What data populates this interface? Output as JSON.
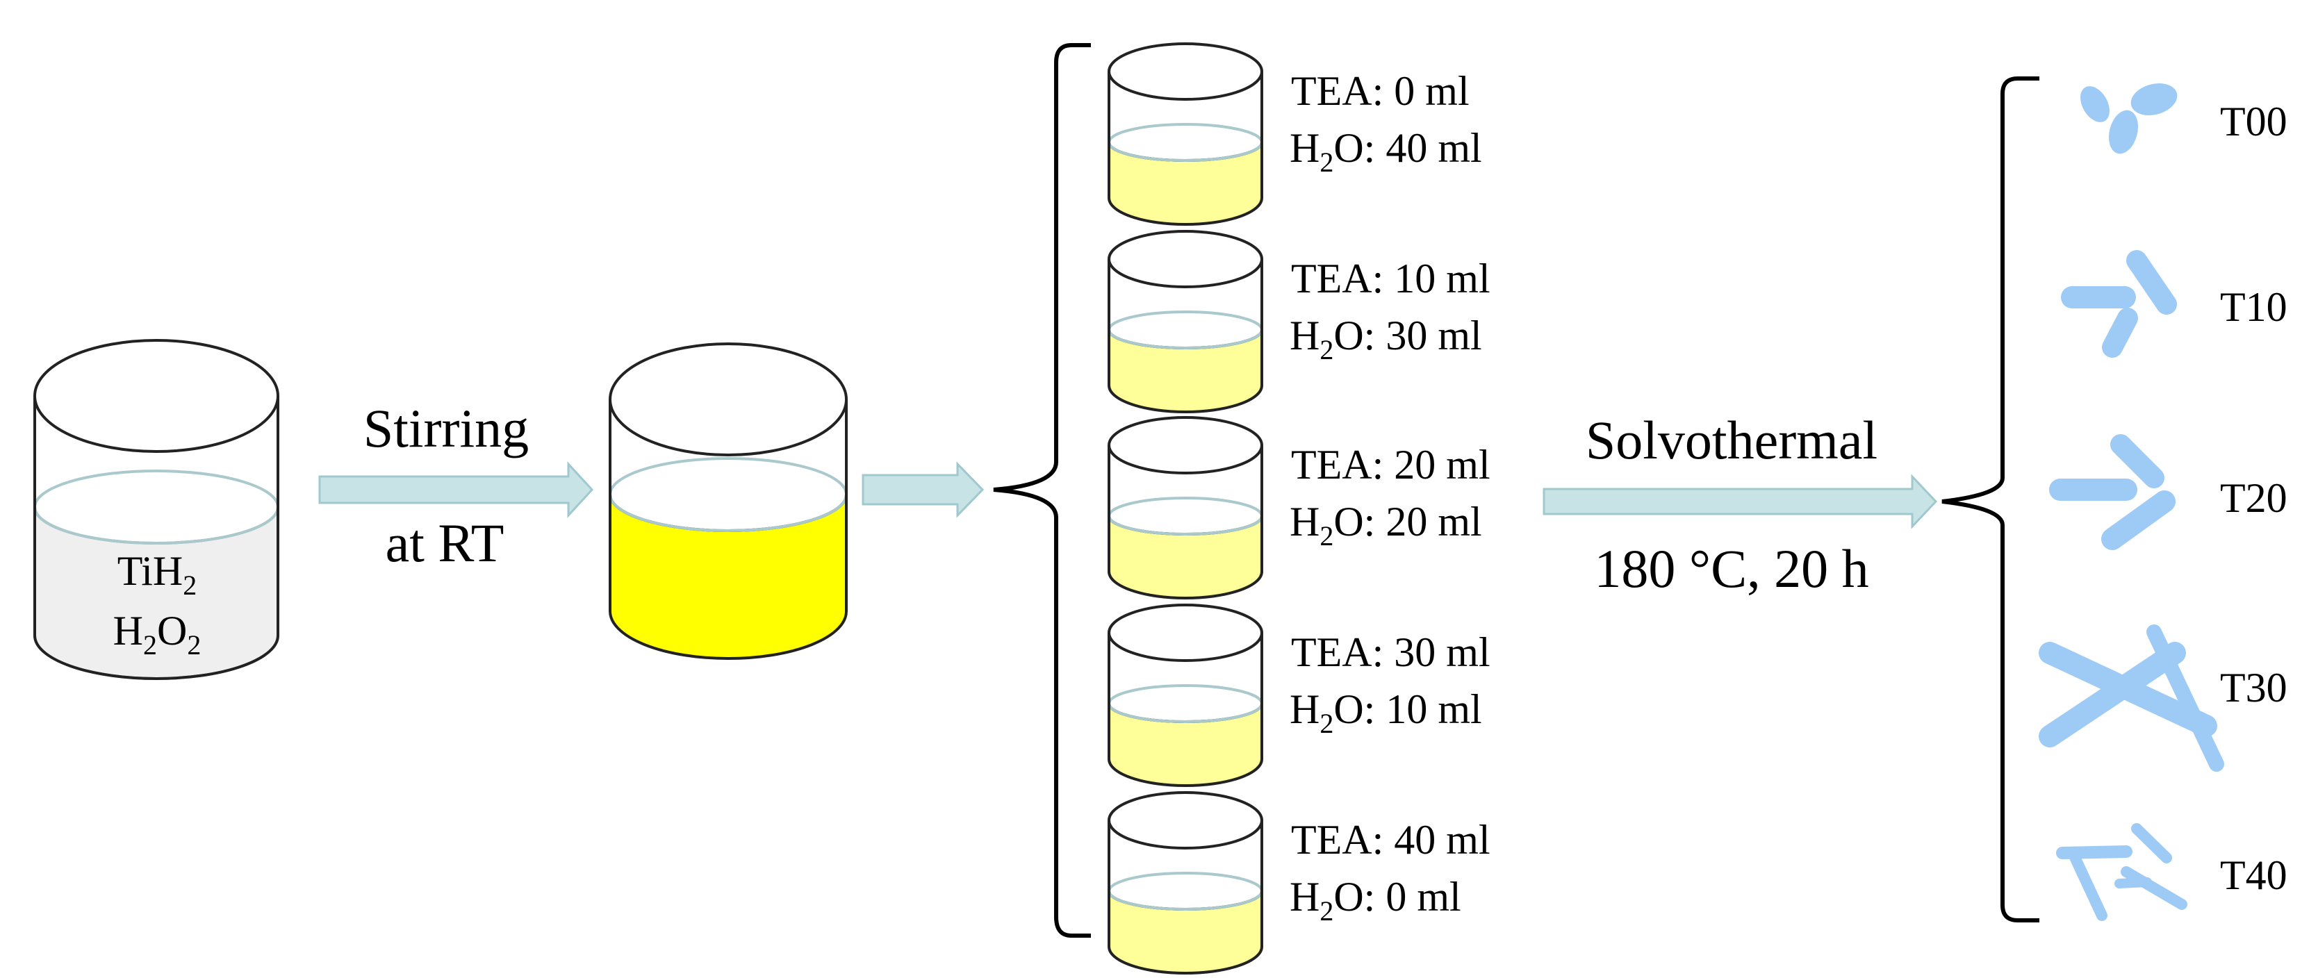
{
  "colors": {
    "reagent": "#efefef",
    "precursor": "#ffff00",
    "diluted": "#ffff99",
    "arrow_fill": "#c7e3e6",
    "arrow_stroke": "#9fc9cd",
    "crystal": "#9ecbf5",
    "line": "#000000"
  },
  "reagents": {
    "line1": {
      "main": "TiH",
      "sub": "2"
    },
    "line2": {
      "a": "H",
      "sub1": "2",
      "b": "O",
      "sub2": "2"
    }
  },
  "step1": {
    "line1": "Stirring",
    "line2": "at RT"
  },
  "step2": {
    "line1": "Solvothermal",
    "line2": "180 °C, 20 h"
  },
  "beakers": [
    {
      "tea": "TEA: 0 ml",
      "h": "H",
      "sub": "2",
      "water": "O: 40 ml"
    },
    {
      "tea": "TEA: 10 ml",
      "h": "H",
      "sub": "2",
      "water": "O: 30 ml"
    },
    {
      "tea": "TEA: 20 ml",
      "h": "H",
      "sub": "2",
      "water": "O: 20 ml"
    },
    {
      "tea": "TEA: 30 ml",
      "h": "H",
      "sub": "2",
      "water": "O: 10 ml"
    },
    {
      "tea": "TEA: 40 ml",
      "h": "H",
      "sub": "2",
      "water": "O: 0 ml"
    }
  ],
  "samples": [
    "T00",
    "T10",
    "T20",
    "T30",
    "T40"
  ]
}
